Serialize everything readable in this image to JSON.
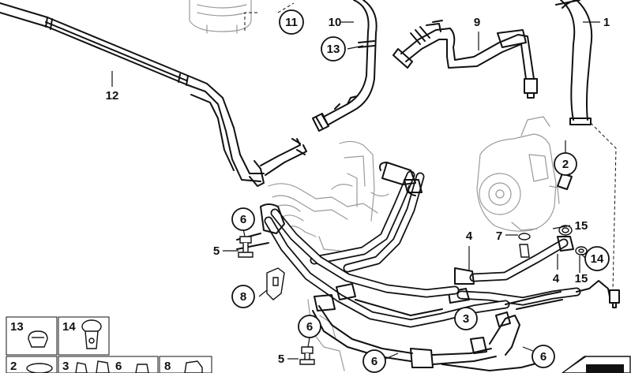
{
  "diagram": {
    "callouts": [
      {
        "id": "c1",
        "text": "1"
      },
      {
        "id": "c2",
        "text": "2"
      },
      {
        "id": "c3",
        "text": "3"
      },
      {
        "id": "c4a",
        "text": "4"
      },
      {
        "id": "c4b",
        "text": "4"
      },
      {
        "id": "c5a",
        "text": "5"
      },
      {
        "id": "c5b",
        "text": "5"
      },
      {
        "id": "c6a",
        "text": "6"
      },
      {
        "id": "c6b",
        "text": "6"
      },
      {
        "id": "c6c",
        "text": "6"
      },
      {
        "id": "c6d",
        "text": "6"
      },
      {
        "id": "c7",
        "text": "7"
      },
      {
        "id": "c8",
        "text": "8"
      },
      {
        "id": "c9",
        "text": "9"
      },
      {
        "id": "c10",
        "text": "10"
      },
      {
        "id": "c11",
        "text": "11"
      },
      {
        "id": "c12",
        "text": "12"
      },
      {
        "id": "c13",
        "text": "13"
      },
      {
        "id": "c14",
        "text": "14"
      },
      {
        "id": "c15a",
        "text": "15"
      },
      {
        "id": "c15b",
        "text": "15"
      }
    ],
    "legend": [
      {
        "id": "l13",
        "text": "13"
      },
      {
        "id": "l14",
        "text": "14"
      },
      {
        "id": "l2",
        "text": "2"
      },
      {
        "id": "l3",
        "text": "3"
      },
      {
        "id": "l6",
        "text": "6"
      },
      {
        "id": "l8",
        "text": "8"
      }
    ]
  }
}
